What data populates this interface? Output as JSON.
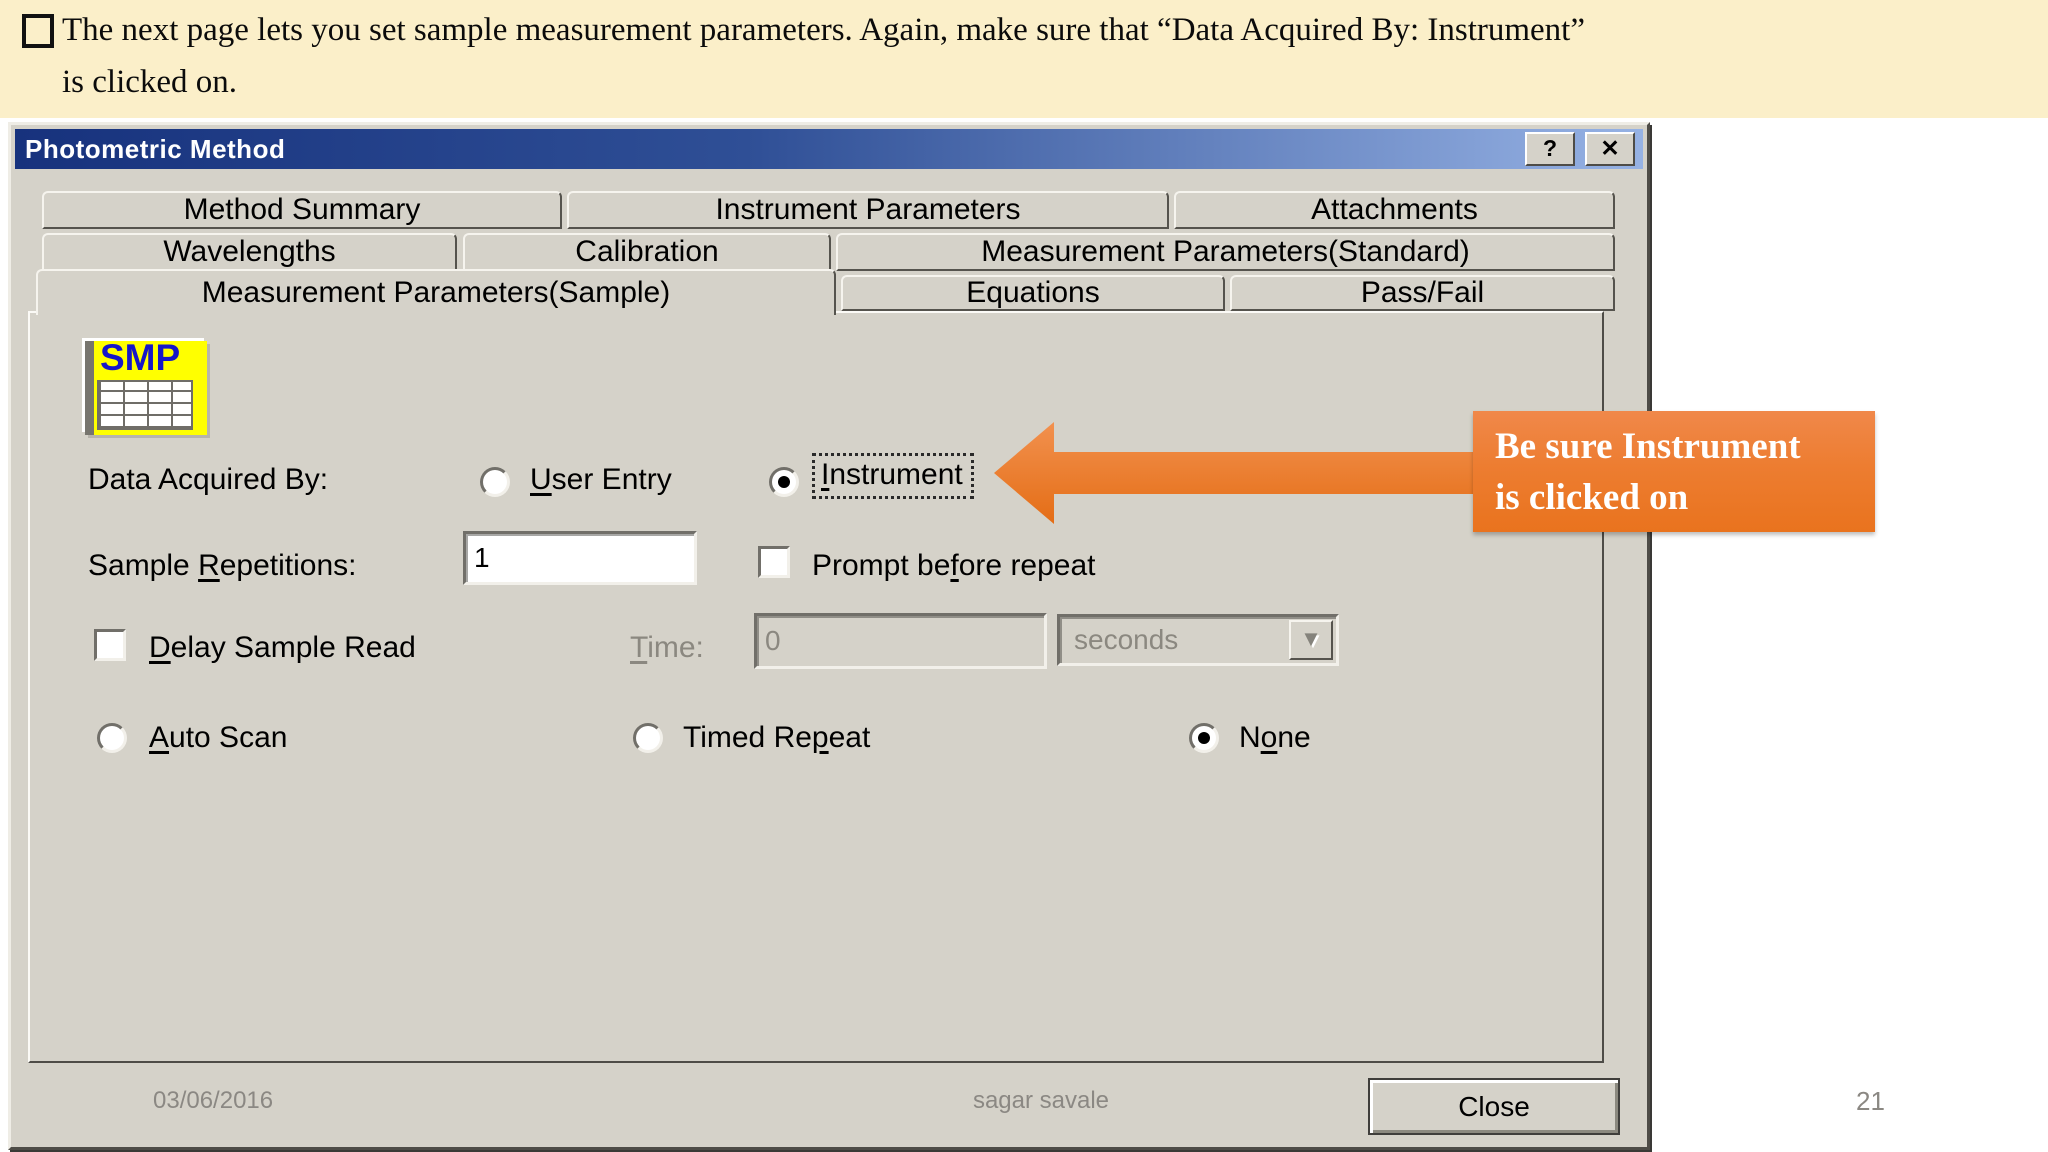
{
  "banner": {
    "text_line1": "The next page lets you set sample measurement parameters. Again, make sure that “Data Acquired By: Instrument”",
    "text_line2": "is clicked on."
  },
  "dialog": {
    "title": "Photometric Method",
    "help_label": "?",
    "close_x_label": "✕",
    "tabs": {
      "row1": [
        {
          "label": "Method Summary"
        },
        {
          "label": "Instrument Parameters"
        },
        {
          "label": "Attachments"
        }
      ],
      "row2": [
        {
          "label": "Wavelengths"
        },
        {
          "label": "Calibration"
        },
        {
          "label": "Measurement Parameters(Standard)"
        }
      ],
      "row3_active": {
        "label": "Measurement Parameters(Sample)",
        "selected": true
      },
      "row3": [
        {
          "label": "Equations"
        },
        {
          "label": "Pass/Fail"
        }
      ]
    },
    "smp_icon_text": "SMP",
    "fields": {
      "data_acquired_by_label": "Data Acquired By:",
      "user_entry": {
        "pre": "",
        "u": "U",
        "post": "ser Entry",
        "selected": false
      },
      "instrument": {
        "pre": "",
        "u": "I",
        "post": "nstrument",
        "selected": true
      },
      "sample_repetitions": {
        "pre": "Sample ",
        "u": "R",
        "post": "epetitions:"
      },
      "sample_repetitions_value": "1",
      "prompt_before_repeat": {
        "pre": "Prompt be",
        "u": "f",
        "post": "ore repeat",
        "checked": false
      },
      "delay_sample_read": {
        "pre": "",
        "u": "D",
        "post": "elay Sample Read",
        "checked": false
      },
      "time_label": {
        "pre": "",
        "u": "T",
        "post": "ime:",
        "disabled": true
      },
      "time_value": "0",
      "time_unit": "seconds",
      "auto_scan": {
        "pre": "",
        "u": "A",
        "post": "uto Scan",
        "selected": false
      },
      "timed_repeat": {
        "pre": "Timed Re",
        "u": "p",
        "post": "eat",
        "selected": false
      },
      "none": {
        "pre": "N",
        "u": "o",
        "post": "ne",
        "selected": true
      }
    },
    "footer": {
      "date": "03/06/2016",
      "author": "sagar savale",
      "close_button": "Close"
    }
  },
  "callout": {
    "line1": "Be sure Instrument",
    "line2": "is clicked on"
  },
  "page_number": "21",
  "colors": {
    "accent_orange": "#ED7D31",
    "banner_bg": "#FBEFC9",
    "dialog_bg": "#D5D2C9",
    "titlebar_gradient_left": "#17327D",
    "titlebar_gradient_right": "#96B2E4"
  }
}
